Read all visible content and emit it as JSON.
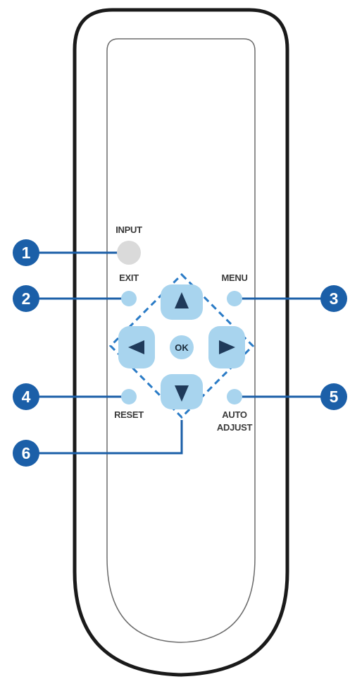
{
  "remote": {
    "buttons": {
      "input_label": "INPUT",
      "exit_label": "EXIT",
      "menu_label": "MENU",
      "reset_label": "RESET",
      "auto_adjust_label_line1": "AUTO",
      "auto_adjust_label_line2": "ADJUST",
      "ok_label": "OK"
    }
  },
  "callouts": [
    "1",
    "2",
    "3",
    "4",
    "5",
    "6"
  ],
  "colors": {
    "callout": "#1b5fa8",
    "button_blue": "#a8d4ee",
    "input_gray": "#dadada",
    "arrow": "#1f3a5a",
    "dashed_frame": "#2a7bc6",
    "body_outline": "#1a1a1a"
  }
}
